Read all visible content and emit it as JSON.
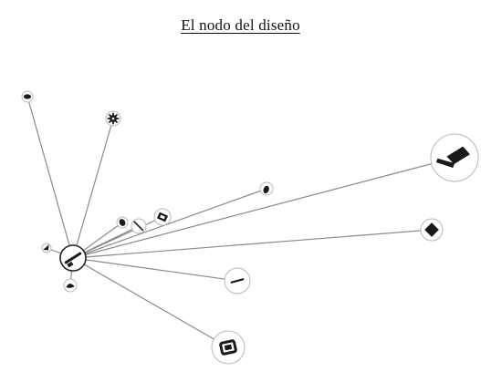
{
  "title": "El nodo del diseño",
  "colors": {
    "edge": "#8a8a8a",
    "node_border": "#b8b8b8",
    "hub_border": "#222222",
    "glyph": "#1a1a1a",
    "background": "#ffffff"
  },
  "graph": {
    "hub": {
      "id": "hub",
      "icon": "diagonal-tool-icon"
    },
    "nodes": [
      {
        "id": "n1",
        "icon": "disc-icon"
      },
      {
        "id": "n2",
        "icon": "gear-icon"
      },
      {
        "id": "n3",
        "icon": "laptop-icon"
      },
      {
        "id": "n4",
        "icon": "hand-icon"
      },
      {
        "id": "n5",
        "icon": "tablet-icon"
      },
      {
        "id": "n6",
        "icon": "pen-icon"
      },
      {
        "id": "n7",
        "icon": "leaf-icon"
      },
      {
        "id": "n8",
        "icon": "notebook-icon"
      },
      {
        "id": "n9",
        "icon": "pencil-icon"
      },
      {
        "id": "n10",
        "icon": "screen-frame-icon"
      },
      {
        "id": "n11",
        "icon": "small-mark-icon"
      },
      {
        "id": "n12",
        "icon": "blob-icon"
      }
    ]
  }
}
